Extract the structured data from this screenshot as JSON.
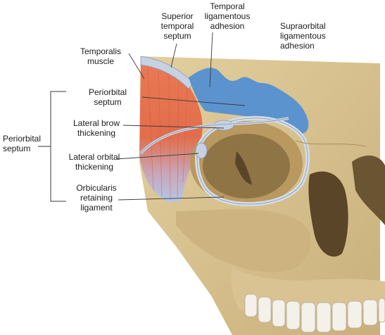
{
  "labels": {
    "superior_temporal_septum": [
      "Superior",
      "temporal",
      "septum"
    ],
    "temporal_ligamentous_adhesion": [
      "Temporal",
      "ligamentous",
      "adhesion"
    ],
    "supraorbital_ligamentous_adhesion": [
      "Supraorbital",
      "ligamentous",
      "adhesion"
    ],
    "temporalis_muscle": [
      "Temporalis",
      "muscle"
    ],
    "periorbital_septum_inner": [
      "Periorbital",
      "septum"
    ],
    "lateral_brow_thickening": [
      "Lateral brow",
      "thickening"
    ],
    "lateral_orbital_thickening": [
      "Lateral orbital",
      "thickening"
    ],
    "orbicularis_retaining_ligament": [
      "Orbicularis",
      "retaining",
      "ligament"
    ],
    "periorbital_septum_group": [
      "Periorbital",
      "septum"
    ]
  },
  "colors": {
    "bone": "#d6c08f",
    "bone_shadow": "#a98f5c",
    "muscle": "#e8734f",
    "muscle_fade": "#a9c2e6",
    "adhesion": "#5b93cf",
    "septum": "#c6d2e4",
    "leader": "#3a3a3a"
  }
}
